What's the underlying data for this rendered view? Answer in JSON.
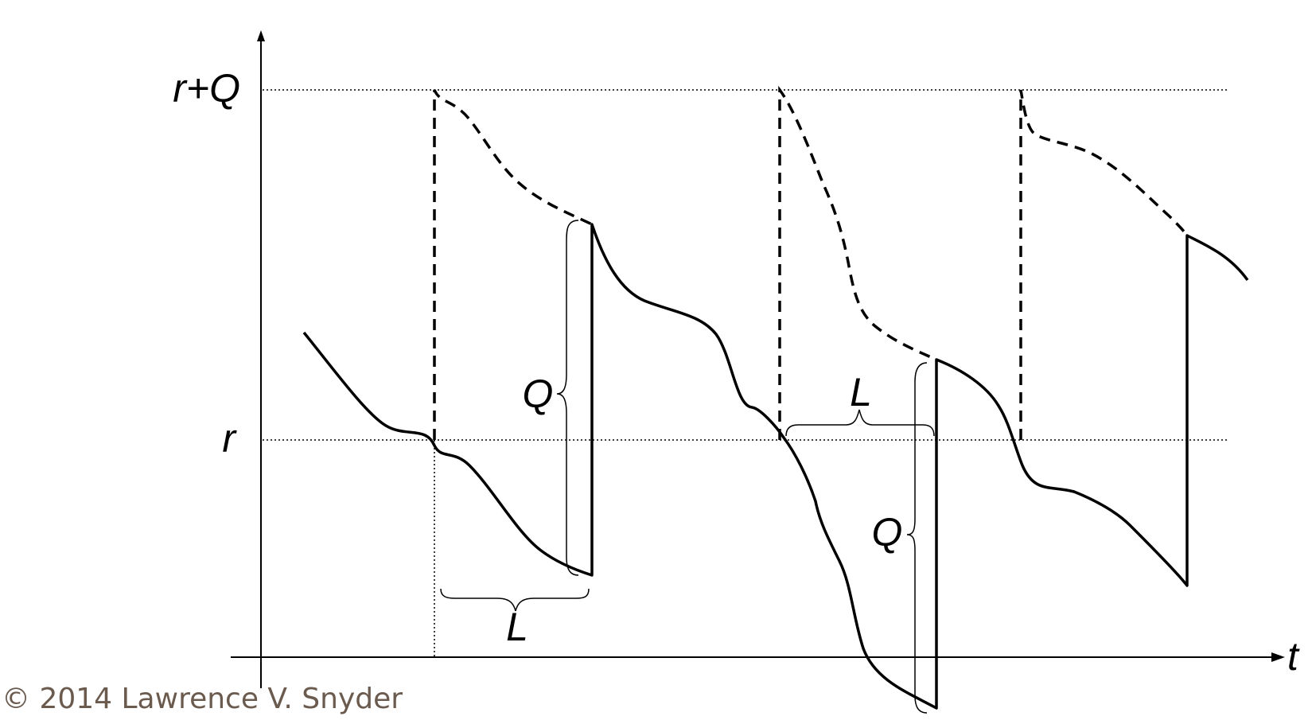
{
  "labels": {
    "r_plus_q": "r+Q",
    "r": "r",
    "t": "t",
    "q_first": "Q",
    "l_first": "L",
    "l_second": "L",
    "q_second": "Q"
  },
  "copyright": "© 2014 Lawrence V. Snyder",
  "colors": {
    "lines": "#000000",
    "copyright": "#6b5a4e"
  }
}
